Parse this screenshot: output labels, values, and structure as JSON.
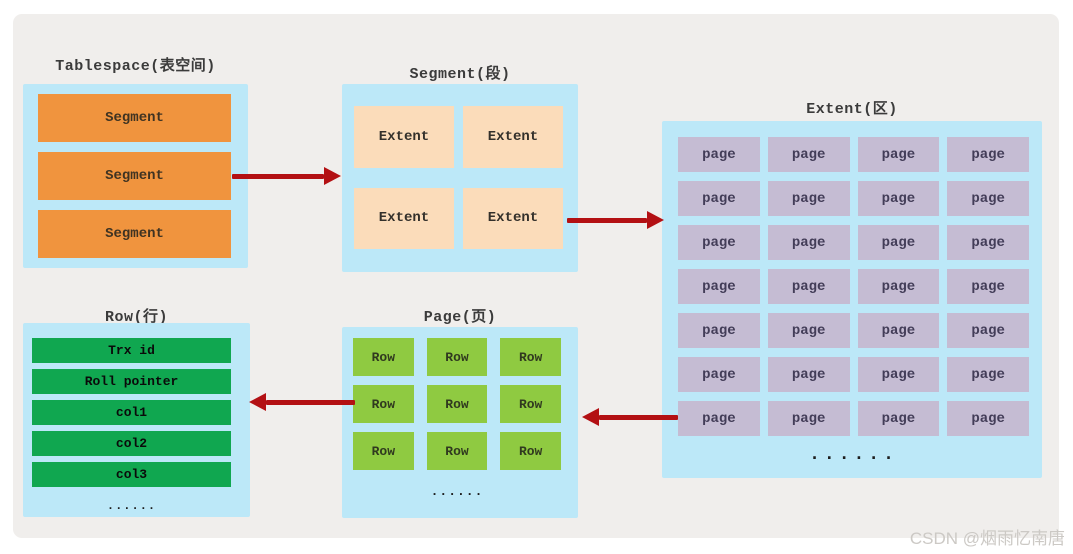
{
  "watermark": "CSDN @烟雨忆南唐",
  "colors": {
    "canvas_bg": "#f0eeec",
    "container_blue": "#bce8f8",
    "segment_orange": "#f0943e",
    "extent_peach": "#fbdcba",
    "page_purple": "#c5bcd3",
    "field_green": "#10a750",
    "row_green": "#8fca41",
    "arrow_red": "#b31013",
    "label_gray": "#3b3b3b",
    "watermark_gray": "#ccc9c5"
  },
  "tablespace": {
    "title": "Tablespace(表空间)",
    "segments": [
      "Segment",
      "Segment",
      "Segment"
    ]
  },
  "segment": {
    "title": "Segment(段)",
    "extents": [
      "Extent",
      "Extent",
      "Extent",
      "Extent"
    ]
  },
  "extent": {
    "title": "Extent(区)",
    "pages": [
      "page",
      "page",
      "page",
      "page",
      "page",
      "page",
      "page",
      "page",
      "page",
      "page",
      "page",
      "page",
      "page",
      "page",
      "page",
      "page",
      "page",
      "page",
      "page",
      "page",
      "page",
      "page",
      "page",
      "page",
      "page",
      "page",
      "page",
      "page"
    ],
    "ellipsis": "......"
  },
  "page": {
    "title": "Page(页)",
    "rows": [
      "Row",
      "Row",
      "Row",
      "Row",
      "Row",
      "Row",
      "Row",
      "Row",
      "Row"
    ],
    "ellipsis": "......"
  },
  "row": {
    "title": "Row(行)",
    "fields": [
      "Trx id",
      "Roll pointer",
      "col1",
      "col2",
      "col3"
    ],
    "ellipsis": "......"
  }
}
